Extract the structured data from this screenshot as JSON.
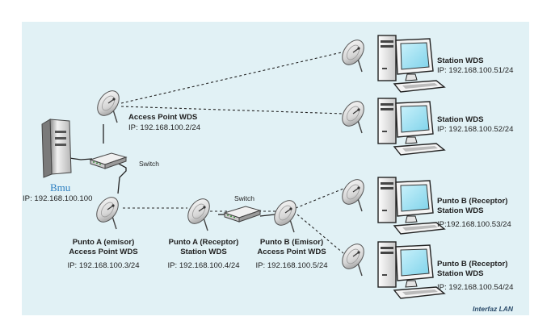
{
  "colors": {
    "panel_bg": "#e1f1f5",
    "server_label": "#2c7fc1",
    "screen": "#9fe3f5",
    "caption": "#2a4b6a"
  },
  "server": {
    "name": "Bmu",
    "ip": "IP: 192.168.100.100"
  },
  "switches": {
    "top": "Switch",
    "bottom": "Switch"
  },
  "access_point": {
    "title": "Access Point WDS",
    "ip": "IP: 192.168.100.2/24"
  },
  "punto_a_emisor": {
    "line1": "Punto A (emisor)",
    "line2": "Access Point WDS",
    "ip": "IP: 192.168.100.3/24"
  },
  "punto_a_receptor": {
    "line1": "Punto A (Receptor)",
    "line2": "Station WDS",
    "ip": "IP: 192.168.100.4/24"
  },
  "punto_b_emisor": {
    "line1": "Punto B (Emisor)",
    "line2": "Access Point WDS",
    "ip": "IP: 192.168.100.5/24"
  },
  "stations": [
    {
      "line1": "Station WDS",
      "ip": "IP: 192.168.100.51/24"
    },
    {
      "line1": "Station WDS",
      "ip": "IP: 192.168.100.52/24"
    },
    {
      "line1": "Punto B (Receptor)",
      "line2": "Station WDS",
      "ip": "IP:192.168.100.53/24"
    },
    {
      "line1": "Punto B (Receptor)",
      "line2": "Station WDS",
      "ip": "IP: 192.168.100.54/24"
    }
  ],
  "caption": "Interfaz LAN",
  "icons": [
    "server-icon",
    "switch-icon",
    "dish-antenna-icon",
    "desktop-computer-icon"
  ]
}
